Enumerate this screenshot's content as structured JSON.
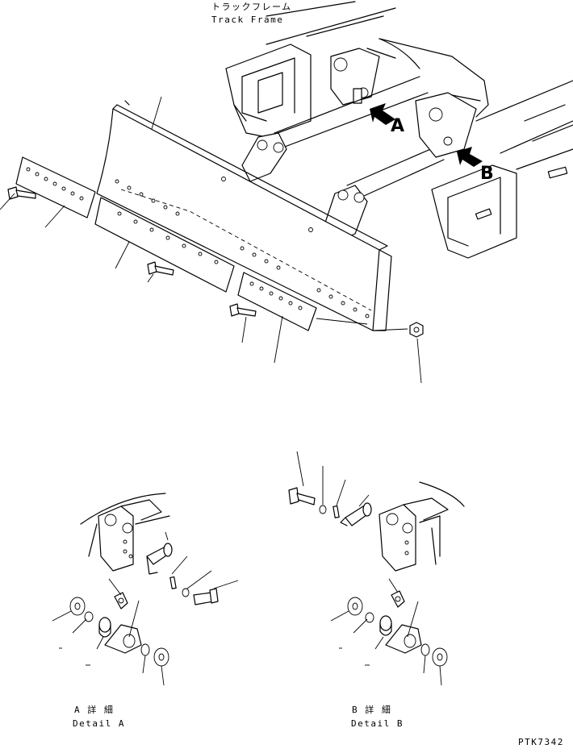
{
  "top_label": {
    "jp": "トラックフレーム",
    "en": "Track Frame"
  },
  "arrows": {
    "a": "A",
    "b": "B"
  },
  "details": {
    "a_jp": "A 詳 細",
    "a_en": "Detail A",
    "b_jp": "B 詳 細",
    "b_en": "Detail B"
  },
  "drawing_code": "PTK7342"
}
